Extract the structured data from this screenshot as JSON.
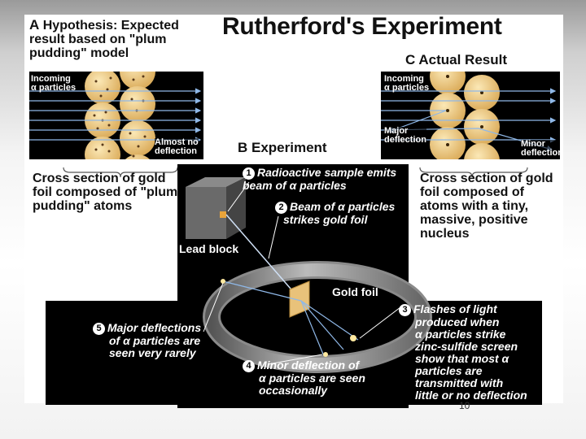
{
  "title": "Rutherford's Experiment",
  "sections": {
    "a_letter": "A",
    "a_heading_bold": "Hypothesis:",
    "a_heading_rest": "Expected result based on \"plum pudding\" model",
    "b_heading": "B  Experiment",
    "c_heading": "C  Actual Result"
  },
  "panel_a": {
    "incoming_label_1": "Incoming",
    "incoming_label_2": "α particles",
    "note_1": "Almost no",
    "note_2": "deflection",
    "caption": "Cross section of gold foil composed of \"plum pudding\" atoms"
  },
  "panel_c": {
    "incoming_label_1": "Incoming",
    "incoming_label_2": "α particles",
    "major_1": "Major",
    "major_2": "deflection",
    "minor_1": "Minor",
    "minor_2": "deflection",
    "caption": "Cross section of gold foil composed of atoms with a tiny, massive, positive nucleus"
  },
  "experiment": {
    "step1_num": "1",
    "step1_text_1": "Radioactive sample emits",
    "step1_text_2": "beam of α particles",
    "step2_num": "2",
    "step2_text_1": "Beam of α particles",
    "step2_text_2": "strikes gold foil",
    "step3_num": "3",
    "step3_lines": [
      "Flashes of light",
      "produced when",
      "α particles strike",
      "zinc-sulfide screen",
      "show that most α",
      "particles are",
      "transmitted with",
      "little or no deflection"
    ],
    "step4_num": "4",
    "step4_text_1": "Minor deflection of",
    "step4_text_2": "α particles are seen",
    "step4_text_3": "occasionally",
    "step5_num": "5",
    "step5_text_1": "Major deflections",
    "step5_text_2": "of α particles are",
    "step5_text_3": "seen very rarely",
    "lead_block": "Lead block",
    "gold_foil": "Gold foil"
  },
  "page_number": "10",
  "colors": {
    "gold": "#e9c27a",
    "ray": "#8fb8e8",
    "panel_bg": "#000000"
  }
}
